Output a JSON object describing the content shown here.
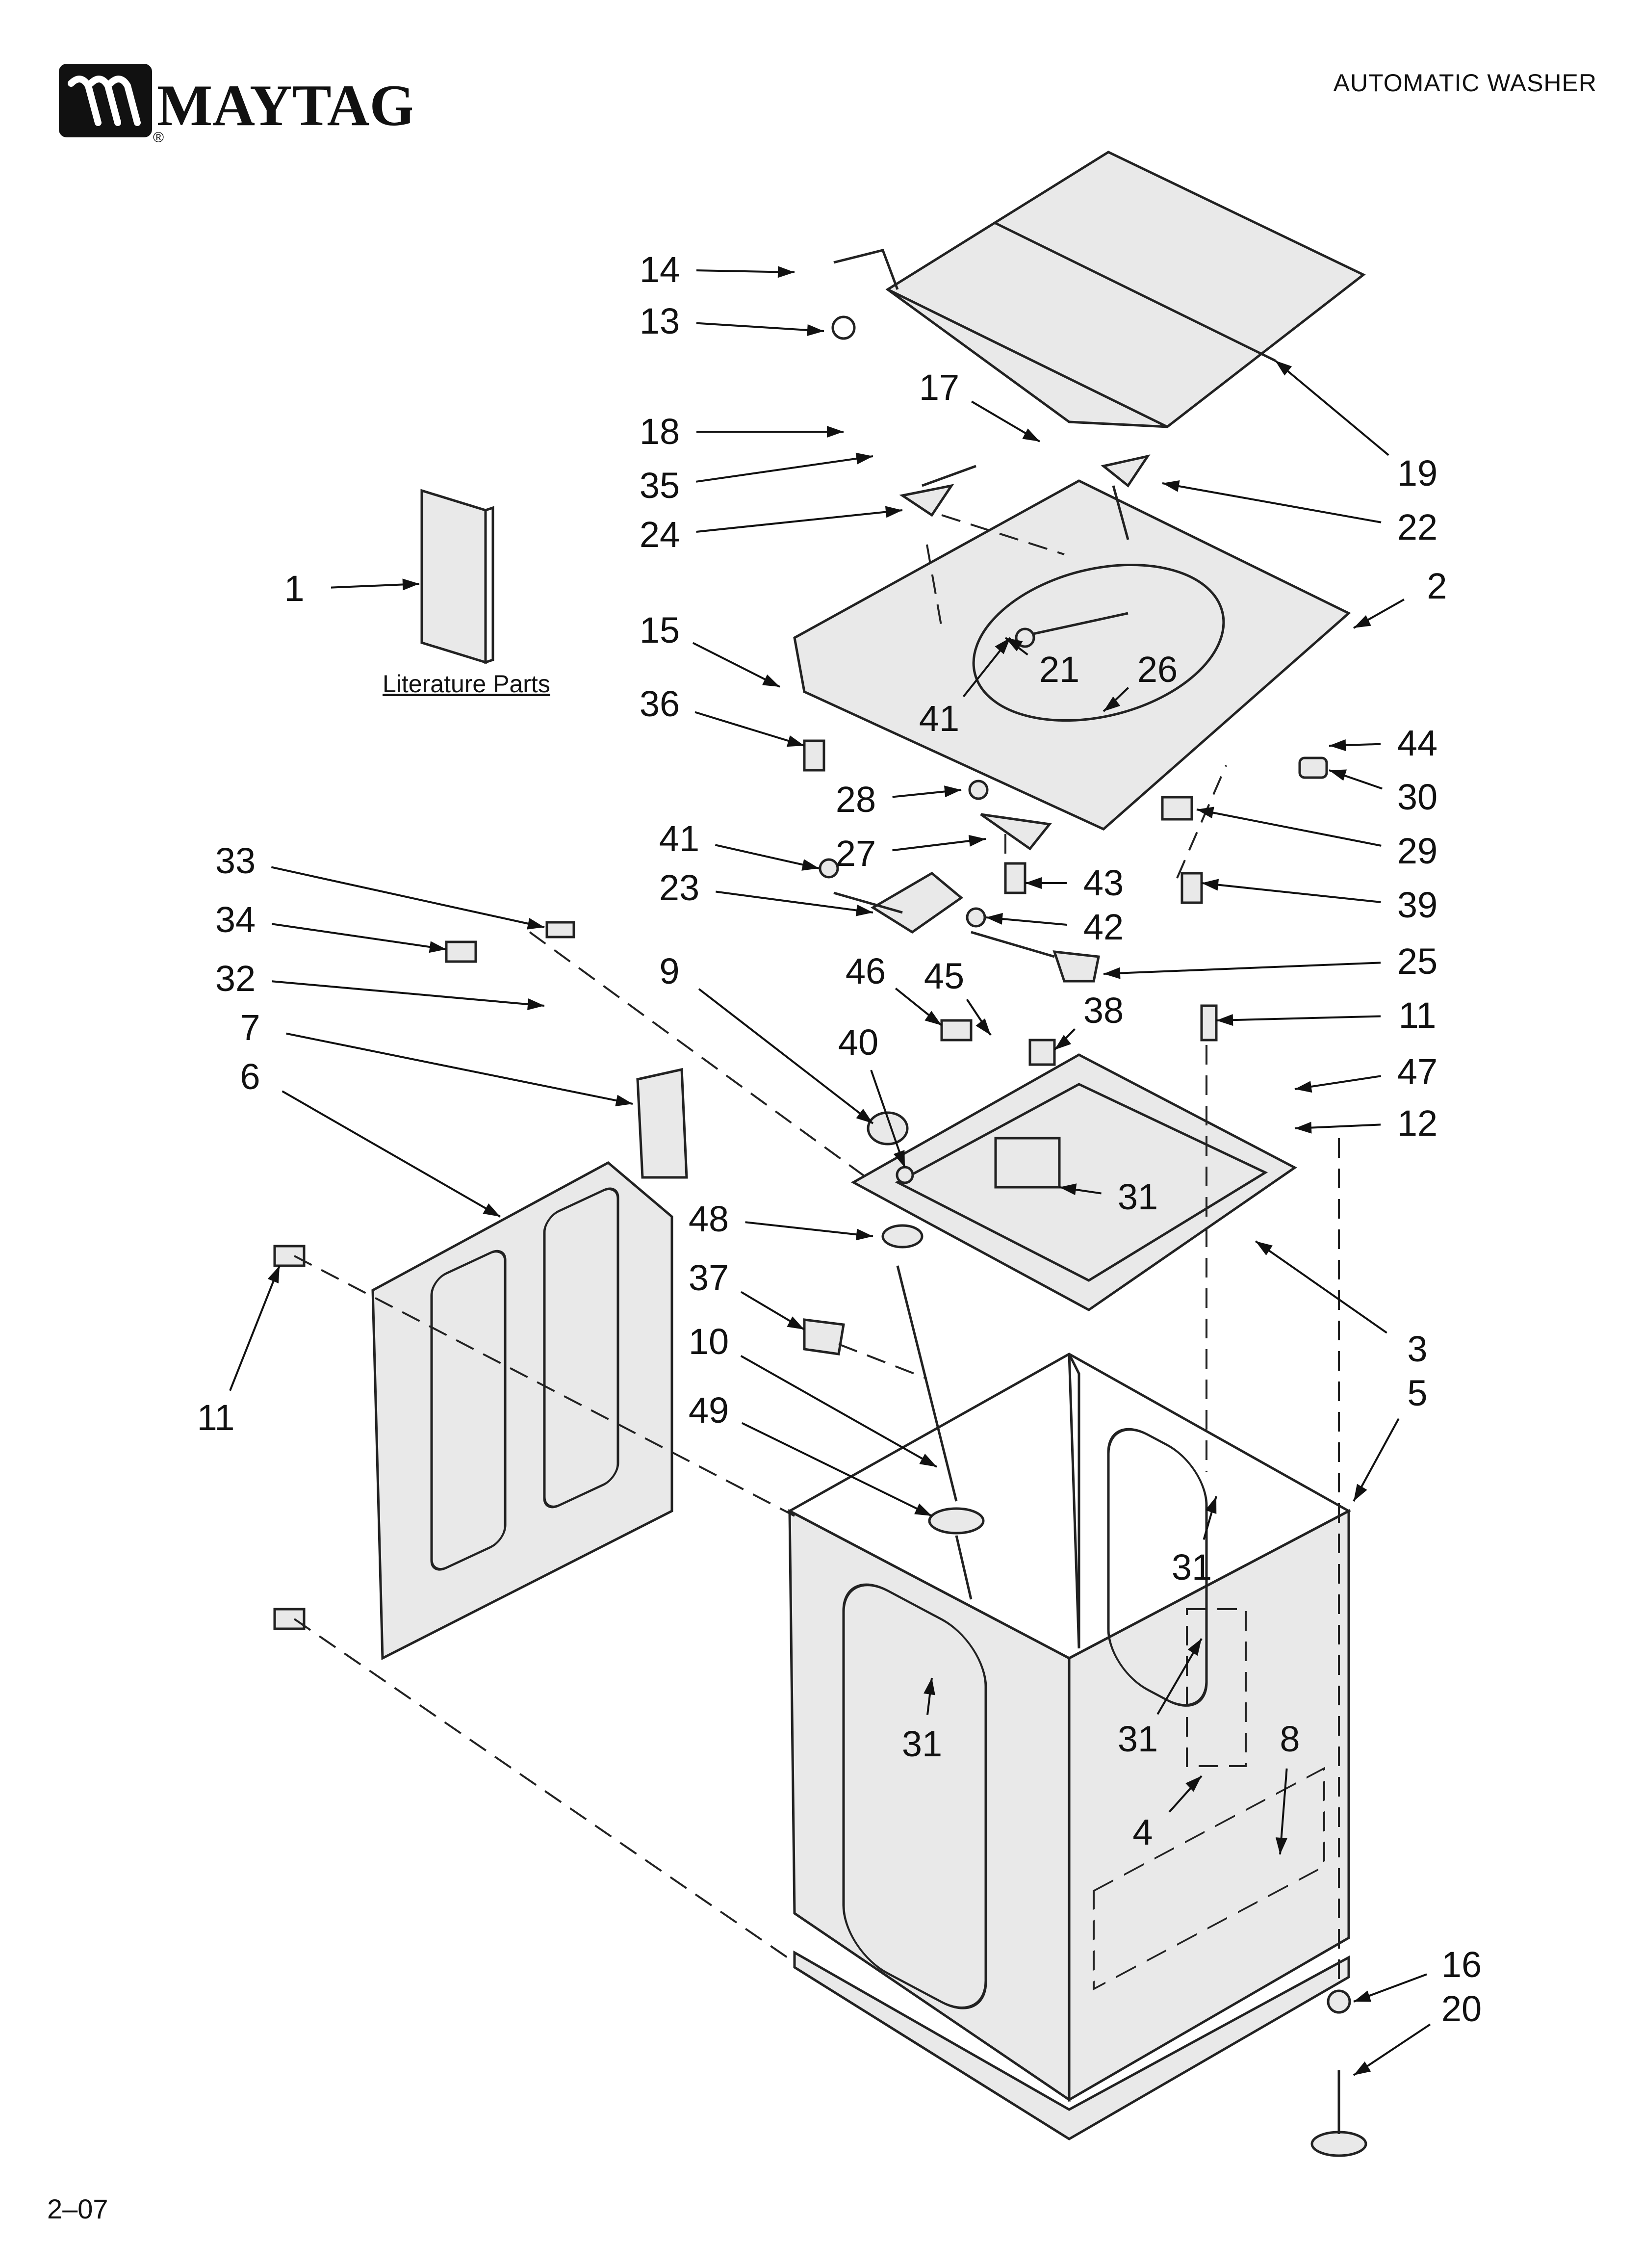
{
  "header": {
    "brand": "MAYTAG",
    "registered_mark": "®",
    "document_title": "AUTOMATIC WASHER"
  },
  "footer": {
    "page_code": "2–07"
  },
  "literature_label": "Literature Parts",
  "icons": [
    "maytag-logo-icon"
  ],
  "callouts": [
    {
      "id": "c-14-lid-hinge",
      "label": "14"
    },
    {
      "id": "c-13-screw",
      "label": "13"
    },
    {
      "id": "c-17-nut",
      "label": "17"
    },
    {
      "id": "c-18-screw",
      "label": "18"
    },
    {
      "id": "c-35-hinge-pin",
      "label": "35"
    },
    {
      "id": "c-19-lid",
      "label": "19"
    },
    {
      "id": "c-22-pad",
      "label": "22"
    },
    {
      "id": "c-24-pad",
      "label": "24"
    },
    {
      "id": "c-2-top-panel",
      "label": "2"
    },
    {
      "id": "c-1-literature",
      "label": "1"
    },
    {
      "id": "c-15-hinge",
      "label": "15"
    },
    {
      "id": "c-21-latch",
      "label": "21"
    },
    {
      "id": "c-26-cover",
      "label": "26"
    },
    {
      "id": "c-41-upper",
      "label": "41"
    },
    {
      "id": "c-36-screw",
      "label": "36"
    },
    {
      "id": "c-44-clip",
      "label": "44"
    },
    {
      "id": "c-30-switch",
      "label": "30"
    },
    {
      "id": "c-28-washer",
      "label": "28"
    },
    {
      "id": "c-29-switch",
      "label": "29"
    },
    {
      "id": "c-27-pivot",
      "label": "27"
    },
    {
      "id": "c-41-lower",
      "label": "41"
    },
    {
      "id": "c-43-screw",
      "label": "43"
    },
    {
      "id": "c-39-screw",
      "label": "39"
    },
    {
      "id": "c-33-label",
      "label": "33"
    },
    {
      "id": "c-23-lid-lock",
      "label": "23"
    },
    {
      "id": "c-42-clip",
      "label": "42"
    },
    {
      "id": "c-34-screw",
      "label": "34"
    },
    {
      "id": "c-25-actuator",
      "label": "25"
    },
    {
      "id": "c-32-clip",
      "label": "32"
    },
    {
      "id": "c-9-cap",
      "label": "9"
    },
    {
      "id": "c-46-screw",
      "label": "46"
    },
    {
      "id": "c-45-wire",
      "label": "45"
    },
    {
      "id": "c-38-bracket",
      "label": "38"
    },
    {
      "id": "c-11-top-screw",
      "label": "11"
    },
    {
      "id": "c-7-bracket",
      "label": "7"
    },
    {
      "id": "c-40-grommet",
      "label": "40"
    },
    {
      "id": "c-47-clip",
      "label": "47"
    },
    {
      "id": "c-6-rear-panel",
      "label": "6"
    },
    {
      "id": "c-12-foot",
      "label": "12"
    },
    {
      "id": "c-31-base-label",
      "label": "31"
    },
    {
      "id": "c-48-pad",
      "label": "48"
    },
    {
      "id": "c-3-base",
      "label": "3"
    },
    {
      "id": "c-37-clip",
      "label": "37"
    },
    {
      "id": "c-5-cabinet",
      "label": "5"
    },
    {
      "id": "c-10-rod",
      "label": "10"
    },
    {
      "id": "c-11-left-screws",
      "label": "11"
    },
    {
      "id": "c-49-spring",
      "label": "49"
    },
    {
      "id": "c-31-side-label",
      "label": "31"
    },
    {
      "id": "c-31-front-label",
      "label": "31"
    },
    {
      "id": "c-31-right-label",
      "label": "31"
    },
    {
      "id": "c-8-panel",
      "label": "8"
    },
    {
      "id": "c-4-label",
      "label": "4"
    },
    {
      "id": "c-16-leg",
      "label": "16"
    },
    {
      "id": "c-20-foot",
      "label": "20"
    }
  ]
}
